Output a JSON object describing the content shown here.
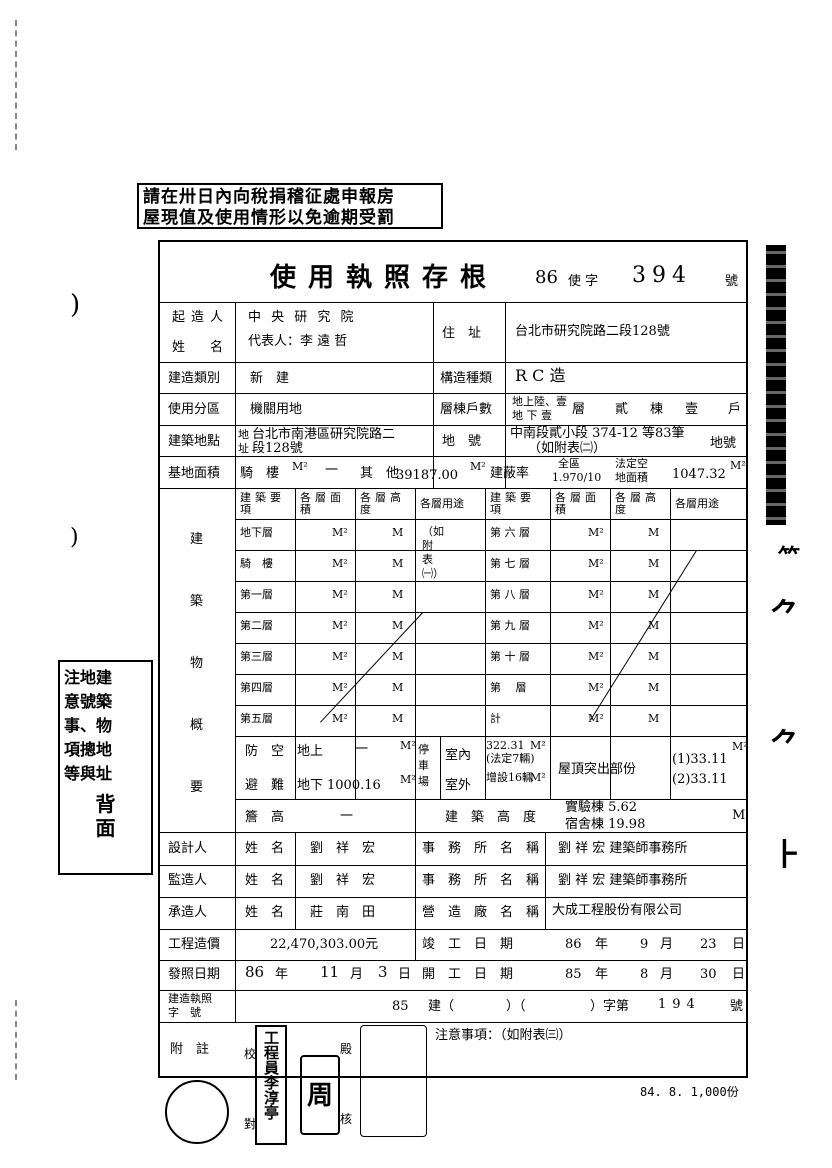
{
  "notice": {
    "line1": "請在卅日內向稅捐稽征處申報房",
    "line2": "屋現值及使用情形以免逾期受罰"
  },
  "side_notice": {
    "l1": "注地建",
    "l2": "意號築",
    "l3": "事、物",
    "l4": "項摠地",
    "l5": "等與址",
    "back": "背",
    "face": "面"
  },
  "form": {
    "title": "使用執照存根",
    "year": "86",
    "word": "使 字",
    "number": "394",
    "hao": "號"
  },
  "owner": {
    "label1": "起造人",
    "label2": "姓　名",
    "name": "中 央 研 究 院",
    "rep": "代表人：李 遠 哲",
    "addr_label": "住　址",
    "addr": "台北市研究院路二段128號"
  },
  "build_type": {
    "label": "建造類別",
    "value": "新　建",
    "struct_label": "構造種類",
    "struct": "R C 造"
  },
  "zone": {
    "label": "使用分區",
    "value": "機關用地",
    "floors_label": "層棟戶數",
    "above": "地上陸、壹",
    "below": "地 下 壹",
    "ceng": "層",
    "dong_n": "貳",
    "dong": "棟",
    "hu_n": "壹",
    "hu": "戶"
  },
  "site": {
    "label": "建築地點",
    "di": "地",
    "zhi": "址",
    "addr": "台北市南港區研究院路二",
    "addr2": "段128號",
    "lot_label": "地　號",
    "lot": "中南段貳小段 374-12 等83筆",
    "lot2": "（如附表㈡）",
    "lot_suffix": "地號"
  },
  "base_area": {
    "label": "基地面積",
    "qilou": "騎　樓",
    "m2": "M²",
    "qilou_val": "一",
    "other": "其　他",
    "other_val": "39187.00",
    "coverage_label": "建蔽率",
    "whole": "全區",
    "coverage": "1.970/10",
    "legal_label": "法定空",
    "legal_label2": "地面積",
    "legal_val": "1047.32"
  },
  "structure": {
    "vertical_labels": [
      "建",
      "築",
      "物",
      "概",
      "要"
    ],
    "hdr_item": "建築要項",
    "hdr_area": "各層面積",
    "hdr_height": "各層高度",
    "hdr_use": "各層用途",
    "left_floors": [
      "地下層",
      "騎　樓",
      "第一層",
      "第二層",
      "第三層",
      "第四層",
      "第五層"
    ],
    "right_floors": [
      "第 六 層",
      "第 七 層",
      "第 八 層",
      "第 九 層",
      "第 十 層",
      "第　 層",
      "計"
    ],
    "unit_area": "M²",
    "unit_h": "M",
    "use_note": "（如附表㈠）"
  },
  "shelter": {
    "label1": "防　空",
    "label2": "避　難",
    "above": "地上",
    "above_val": "一",
    "below": "地下",
    "below_val": "1000.16",
    "m2": "M²",
    "parking_label": "停車場",
    "indoor": "室內",
    "indoor_val": "322.31",
    "indoor_note": "(法定7輛)",
    "outdoor": "室外",
    "outdoor_note": "增設16輛",
    "roof_label": "屋頂突出部份",
    "roof1": "(1)33.11",
    "roof2": "(2)33.11"
  },
  "eave": {
    "label": "簷　高",
    "value": "一",
    "height_label": "建　築　高　度",
    "h1": "實驗棟 5.62",
    "h2": "宿舍棟 19.98",
    "unit": "M"
  },
  "designer": {
    "label": "設計人",
    "name_label": "姓　名",
    "name": "劉　祥　宏",
    "office_label": "事　務　所　名　稱",
    "office": "劉 祥 宏 建築師事務所"
  },
  "supervisor": {
    "label": "監造人",
    "name_label": "姓　名",
    "name": "劉　祥　宏",
    "office_label": "事　務　所　名　稱",
    "office": "劉 祥 宏 建築師事務所"
  },
  "contractor": {
    "label": "承造人",
    "name_label": "姓　名",
    "name": "莊　南　田",
    "office_label": "營　造　廠　名　稱",
    "office": "大成工程股份有限公司"
  },
  "cost": {
    "label": "工程造價",
    "value": "22,470,303.00元",
    "done_label": "竣　工　日　期",
    "done_y": "86",
    "nian": "年",
    "done_m": "9",
    "yue": "月",
    "done_d": "23",
    "ri": "日"
  },
  "issue": {
    "label": "發照日期",
    "y": "86",
    "m": "11",
    "d": "3",
    "nian": "年",
    "yue": "月",
    "ri": "日",
    "start_label": "開　工　日　期",
    "sy": "85",
    "sm": "8",
    "sd": "30"
  },
  "permit": {
    "label1": "建造執照",
    "label2": "字　號",
    "y": "85",
    "jian": "建（",
    "mid": "）（",
    "zidi": "）字第",
    "no": "194",
    "hao": "號"
  },
  "note": {
    "label": "附　註",
    "text": "注意事項：（如附表㈢）"
  },
  "seals": {
    "engineer": "工程員李淳亭",
    "a": "校",
    "b": "對",
    "c": "殿",
    "d": "核",
    "zhou": "周"
  },
  "print_code": "84. 8. 1,000份"
}
